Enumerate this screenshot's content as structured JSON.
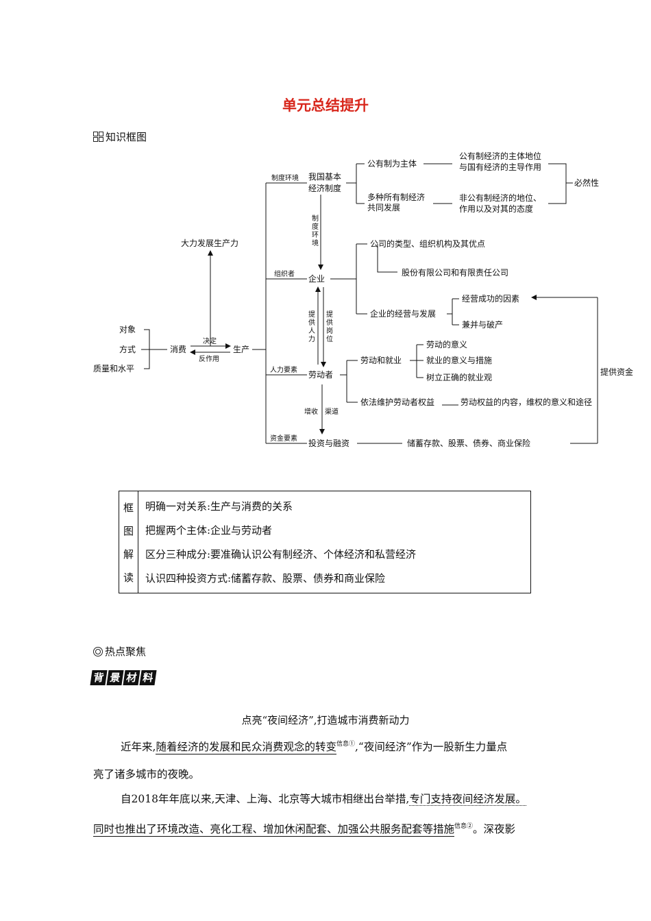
{
  "page_title": "单元总结提升",
  "section1": {
    "label": "知识框图",
    "icon": "grid-icon"
  },
  "diagram": {
    "consume_targets": [
      "对象",
      "方式",
      "质量和水平"
    ],
    "consume": "消费",
    "produce": "生产",
    "decide": "决定",
    "react": "反作用",
    "develop": "大力发展生产力",
    "branch_labels": [
      "制度环境",
      "组织者",
      "人力要素",
      "资金要素"
    ],
    "system": "我国基本经济制度",
    "public": "公有制为主体",
    "mixed": "多种所有制经济共同发展",
    "public_role_1": "公有制经济的主体地位",
    "public_role_2": "与国有经济的主导作用",
    "nonpublic_1": "非公有制经济的地位、",
    "nonpublic_2": "作用以及对其的态度",
    "necessity": "必然性",
    "sys_env_v": "制度环境",
    "enterprise": "企业",
    "company_types": "公司的类型、组织机构及其优点",
    "joint_stock": "股份有限公司和有限责任公司",
    "operation": "企业的经营与发展",
    "success": "经营成功的因素",
    "merge": "兼并与破产",
    "provide_labor": "提供人力",
    "provide_jobs": "提供岗位",
    "laborer": "劳动者",
    "labor_employ": "劳动和就业",
    "labor_meaning": "劳动的意义",
    "employ_meaning": "就业的意义与措施",
    "employ_view": "树立正确的就业观",
    "rights": "依法维护劳动者权益",
    "rights_content": "劳动权益的内容，维权的意义和途径",
    "income": "增收",
    "channel": "渠道",
    "invest": "投资与融资",
    "savings": "储蓄存款、股票、债券、商业保险",
    "capital": "提供资金"
  },
  "interpretation": {
    "side": [
      "框",
      "图",
      "解",
      "读"
    ],
    "rows": [
      "明确一对关系:生产与消费的关系",
      "把握两个主体:企业与劳动者",
      "区分三种成分:要准确认识公有制经济、个体经济和私营经济",
      "认识四种投资方式:储蓄存款、股票、债券和商业保险"
    ]
  },
  "section2": {
    "label": "热点聚焦",
    "icon": "target-icon"
  },
  "badge_chars": [
    "背",
    "景",
    "材",
    "料"
  ],
  "article": {
    "title": "点亮“夜间经济”,打造城市消费新动力",
    "p1_a": "近年来,",
    "p1_u": "随着经济的发展和民众消费观念的转变",
    "p1_sup": "信息①",
    "p1_b": ",“夜间经济”作为一股新生力量点",
    "p1_line2": "亮了诸多城市的夜晚。",
    "p2_a": "自2018年年底以来,天津、上海、北京等大城市相继出台举措,",
    "p2_d": "专门支持夜间经济发展。",
    "p2_u": "同时也推出了环境改造、亮化工程、增加休闲配套、加强公共服务配套等措施",
    "p2_sup": "信息②",
    "p2_b": "。深夜影"
  }
}
